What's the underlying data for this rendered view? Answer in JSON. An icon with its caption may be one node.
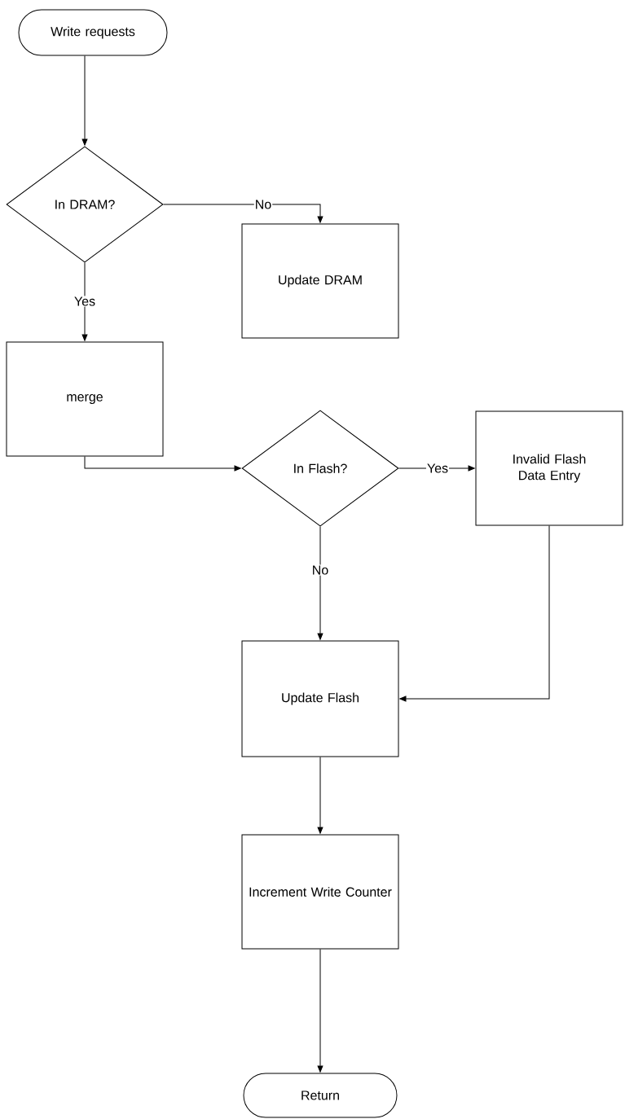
{
  "diagram": {
    "nodes": [
      {
        "text": [
          "Write requests"
        ]
      },
      {
        "text": [
          "In DRAM?"
        ]
      },
      {
        "text": [
          "Update DRAM"
        ]
      },
      {
        "text": [
          "merge"
        ]
      },
      {
        "text": [
          "In Flash?"
        ]
      },
      {
        "text": [
          "Invalid Flash Data Entry"
        ]
      },
      {
        "text": [
          "Update Flash"
        ]
      },
      {
        "text": [
          "Increment Write Counter"
        ]
      },
      {
        "text": [
          "Return"
        ]
      }
    ],
    "edges": [
      {
        "from": 0,
        "to": 1,
        "arrow": "to"
      },
      {
        "from": 1,
        "to": 2,
        "arrow": "to",
        "label": "No"
      },
      {
        "from": 1,
        "to": 3,
        "arrow": "to",
        "label": "Yes"
      },
      {
        "from": 3,
        "to": 4,
        "arrow": "to"
      },
      {
        "from": 4,
        "to": 5,
        "arrow": "to",
        "label": "Yes"
      },
      {
        "from": 4,
        "to": 6,
        "arrow": "to",
        "label": "No"
      },
      {
        "from": 5,
        "to": 6,
        "arrow": "to"
      },
      {
        "from": 6,
        "to": 7,
        "arrow": "to"
      },
      {
        "from": 7,
        "to": 8,
        "arrow": "to"
      }
    ]
  }
}
